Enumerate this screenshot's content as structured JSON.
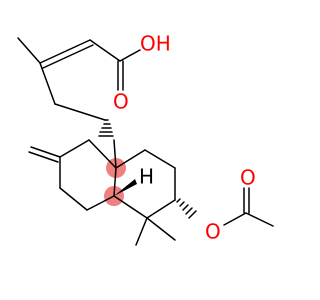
{
  "atoms": {
    "acid_oh": "OH",
    "acid_o": "O",
    "ester_o": "O",
    "carbonyl_o": "O",
    "stereo_h": "H"
  },
  "colors": {
    "bond": "#000000",
    "oxygen": "#ff0000",
    "stereo_highlight": "#f08080"
  }
}
